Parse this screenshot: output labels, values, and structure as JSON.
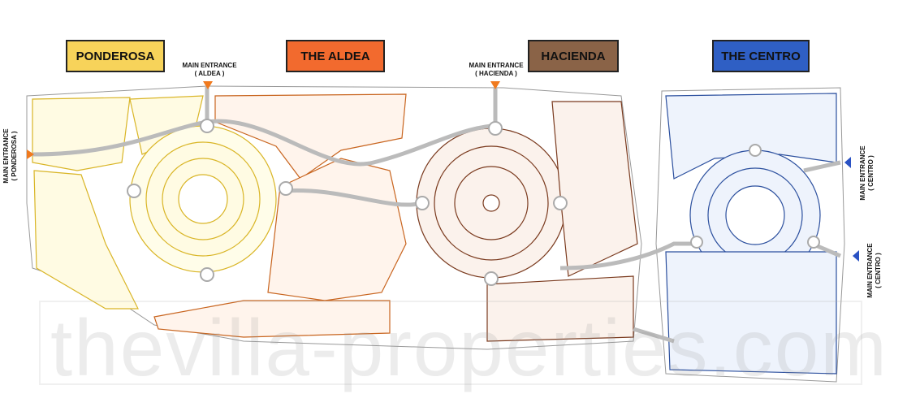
{
  "districts": {
    "ponderosa": {
      "label": "PONDEROSA",
      "color": "#f7d35a",
      "line": "#d9b526"
    },
    "aldea": {
      "label": "THE ALDEA",
      "color": "#f26a2e",
      "line": "#c8641e"
    },
    "hacienda": {
      "label": "HACIENDA",
      "color": "#8a6347",
      "line": "#7a3a1e"
    },
    "centro": {
      "label": "THE CENTRO",
      "color": "#2f5fc4",
      "line": "#2b4f9e"
    }
  },
  "entrances": {
    "aldea": {
      "line1": "MAIN ENTRANCE",
      "line2": "( ALDEA )"
    },
    "hacienda": {
      "line1": "MAIN ENTRANCE",
      "line2": "( HACIENDA )"
    },
    "ponderosa": {
      "line1": "MAIN ENTRANCE",
      "line2": "( PONDEROSA )"
    },
    "centro_top": {
      "line1": "MAIN ENTRANCE",
      "line2": "( CENTRO )"
    },
    "centro_bottom": {
      "line1": "MAIN ENTRANCE",
      "line2": "( CENTRO )"
    }
  },
  "marker_color": "#f07a1e",
  "centro_marker_color": "#2a52c4",
  "watermark": "thevilla-properties.com"
}
